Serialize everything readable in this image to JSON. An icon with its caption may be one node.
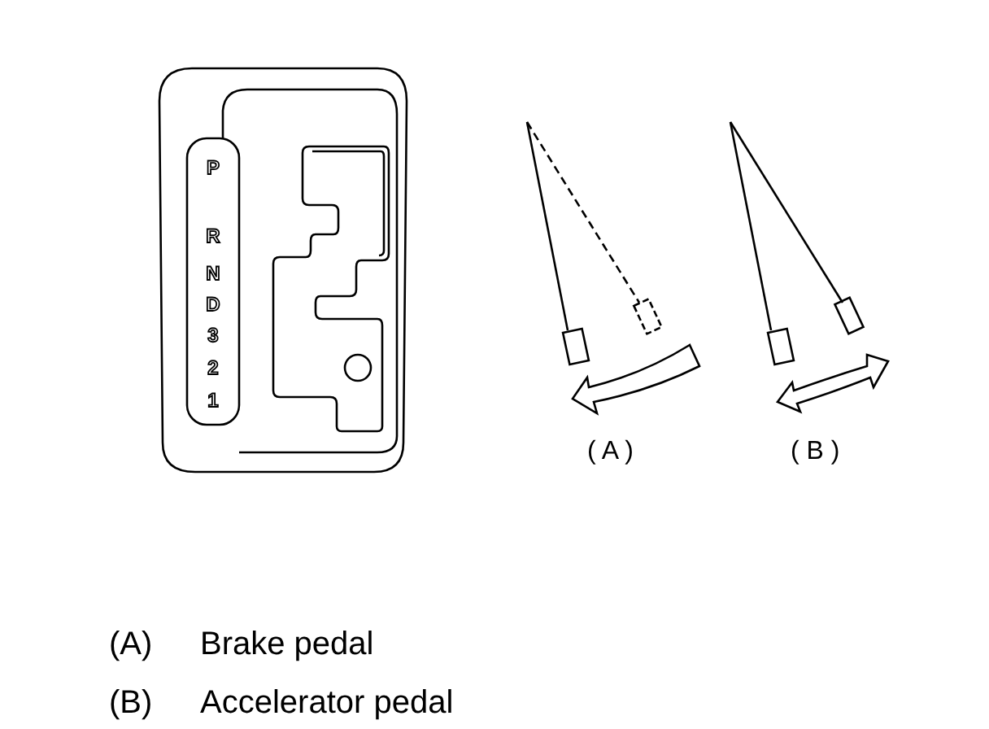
{
  "diagram": {
    "labels": [
      "P",
      "R",
      "N",
      "D",
      "3",
      "2",
      "1",
      "( A )",
      "( B )",
      "(A)",
      "Brake pedal",
      "(B)",
      "Accelerator pedal"
    ]
  }
}
